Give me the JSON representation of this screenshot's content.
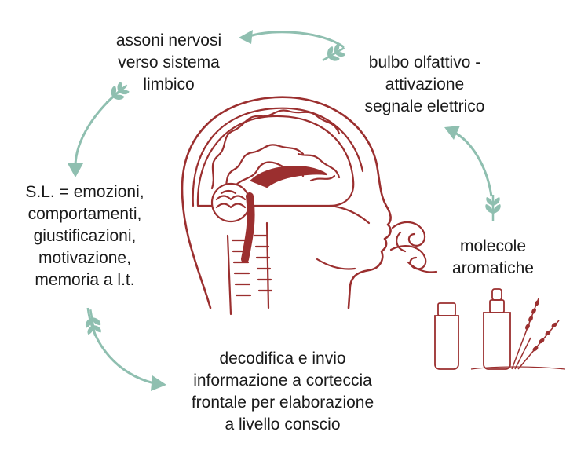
{
  "colors": {
    "cycle_arrow": "#8fbfb0",
    "illustration": "#9b2f2f",
    "text": "#1a1a1a",
    "background": "#ffffff"
  },
  "labels": {
    "assoni": [
      "assoni nervosi",
      "verso sistema",
      "limbico"
    ],
    "bulbo": [
      "bulbo olfattivo -",
      "attivazione",
      "segnale elettrico"
    ],
    "sistema_limbico": [
      "S.L. = emozioni,",
      "comportamenti,",
      "giustificazioni,",
      "motivazione,",
      "memoria a l.t."
    ],
    "molecole": [
      "molecole",
      "aromatiche"
    ],
    "decodifica": [
      "decodifica e invio",
      "informazione a corteccia",
      "frontale per elaborazione",
      "a livello conscio"
    ]
  },
  "icons": [
    "leaf-sprig-icon",
    "arrowhead-icon",
    "head-brain-illustration",
    "essential-oil-bottles-illustration",
    "aroma-swirl-icon",
    "lavender-sprig-icon"
  ]
}
